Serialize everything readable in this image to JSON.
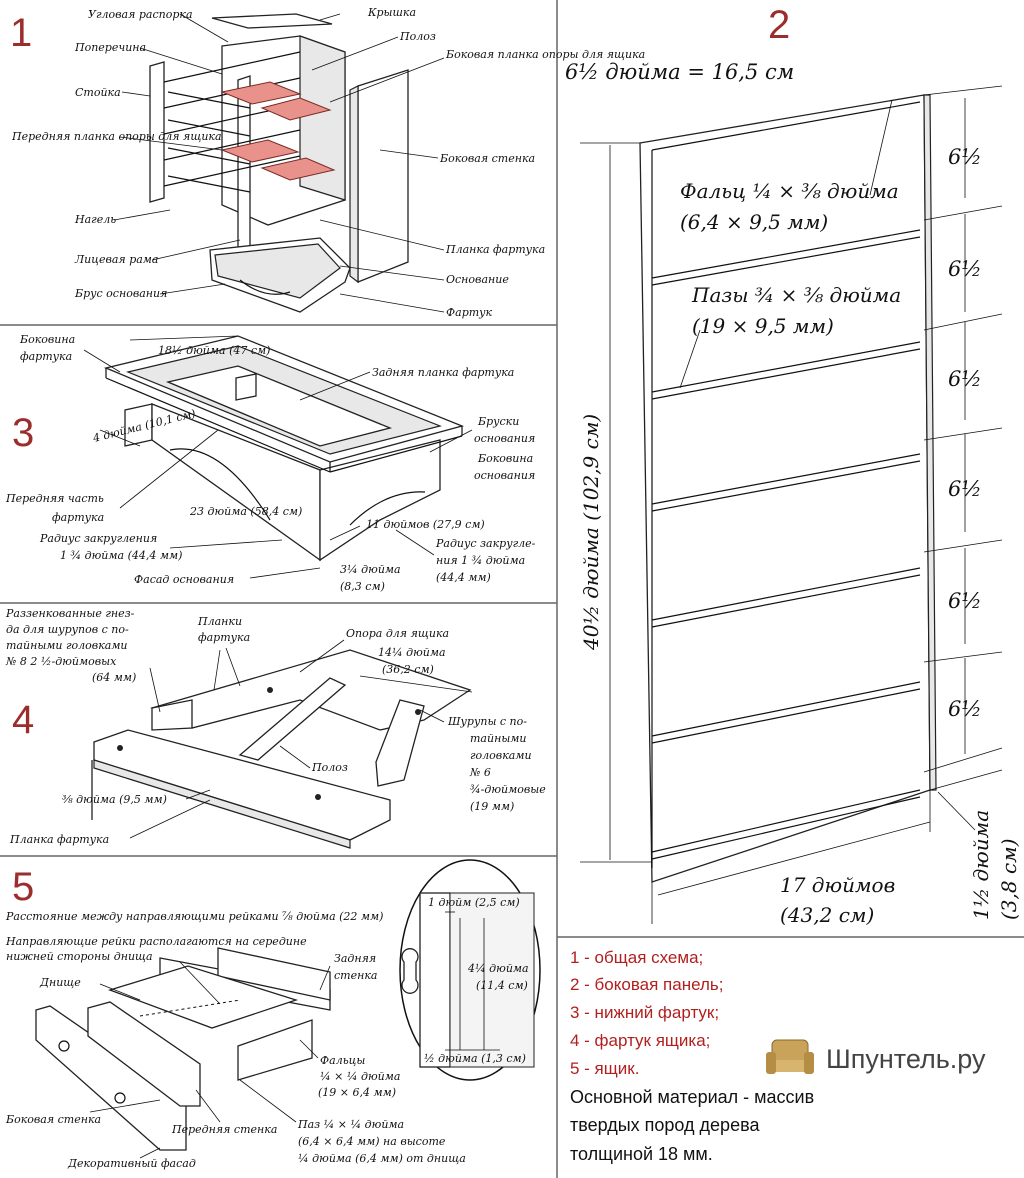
{
  "sections": {
    "s1": {
      "number": "1",
      "labels": [
        "Угловая распорка",
        "Крышка",
        "Поперечина",
        "Полоз",
        "Боковая планка опоры для ящика",
        "Стойка",
        "Передняя планка опоры для ящика",
        "Боковая стенка",
        "Нагель",
        "Планка фартука",
        "Лицевая рама",
        "Основание",
        "Брус основания",
        "Фартук"
      ]
    },
    "s2": {
      "number": "2",
      "top_width": "6½ дюйма = 16,5 см",
      "rabbet_1": "Фальц ¼ × ⅜ дюйма",
      "rabbet_2": "(6,4 × 9,5 мм)",
      "groove_1": "Пазы ¾ × ⅜ дюйма",
      "groove_2": "(19 × 9,5 мм)",
      "height": "40½ дюйма (102,9 см)",
      "spacing": "6½",
      "width_1": "17 дюймов",
      "width_2": "(43,2 см)",
      "bottom_1": "1½ дюйма",
      "bottom_2": "(3,8 см)"
    },
    "s3": {
      "number": "3",
      "labels": [
        "Боковина",
        "фартука",
        "18½ дюйма (47 см)",
        "Задняя планка фартука",
        "Бруски",
        "основания",
        "Боковина",
        "основания",
        "4 дюйма (10,1 см)",
        "Передняя часть",
        "фартука",
        "23 дюйма (58,4 см)",
        "Радиус закругления",
        "1 ¾ дюйма (44,4 мм)",
        "11 дюймов (27,9 см)",
        "Радиус закругле-",
        "ния 1 ¾ дюйма",
        "(44,4 мм)",
        "3¼ дюйма",
        "(8,3 см)",
        "Фасад основания"
      ]
    },
    "s4": {
      "number": "4",
      "labels": [
        "Раззенкованные гнез-",
        "да для шурупов с по-",
        "тайными головками",
        "№ 8 2 ½-дюймовых",
        "(64 мм)",
        "Планки",
        "фартука",
        "Опора для ящика",
        "14¼ дюйма",
        "(36,2 см)",
        "Шурупы с по-",
        "тайными",
        "головками",
        "№ 6",
        "¾-дюймовые",
        "(19 мм)",
        "Полоз",
        "⅜ дюйма (9,5 мм)",
        "Планка фартука"
      ]
    },
    "s5": {
      "number": "5",
      "labels": [
        "Расстояние между направляющими рейками ⅞ дюйма (22 мм)",
        "Направляющие рейки располагаются на середине",
        "нижней стороны днища",
        "Днище",
        "Задняя",
        "стенка",
        "Фальцы",
        "¼ × ¼ дюйма",
        "(19 × 6,4 мм)",
        "Боковая стенка",
        "Передняя стенка",
        "Паз ¼ × ¼ дюйма",
        "(6,4 × 6,4 мм) на высоте",
        "¼ дюйма (6,4 мм) от днища",
        "Декоративный фасад",
        "1 дюйм (2,5 см)",
        "4¼ дюйма",
        "(11,4 см)",
        "½ дюйма (1,3 см)"
      ]
    }
  },
  "legend": {
    "items": [
      "1 - общая схема;",
      "2 - боковая панель;",
      "3 - нижний фартук;",
      "4 - фартук ящика;",
      "5 - ящик."
    ],
    "note_1": "Основной материал - массив",
    "note_2": "твердых пород дерева",
    "note_3": "толщиной 18 мм.",
    "brand": "Шпунтель.ру"
  },
  "colors": {
    "number": "#9b2d2d",
    "legend_items": "#b11f1f",
    "accent_pink": "#e9928c"
  }
}
